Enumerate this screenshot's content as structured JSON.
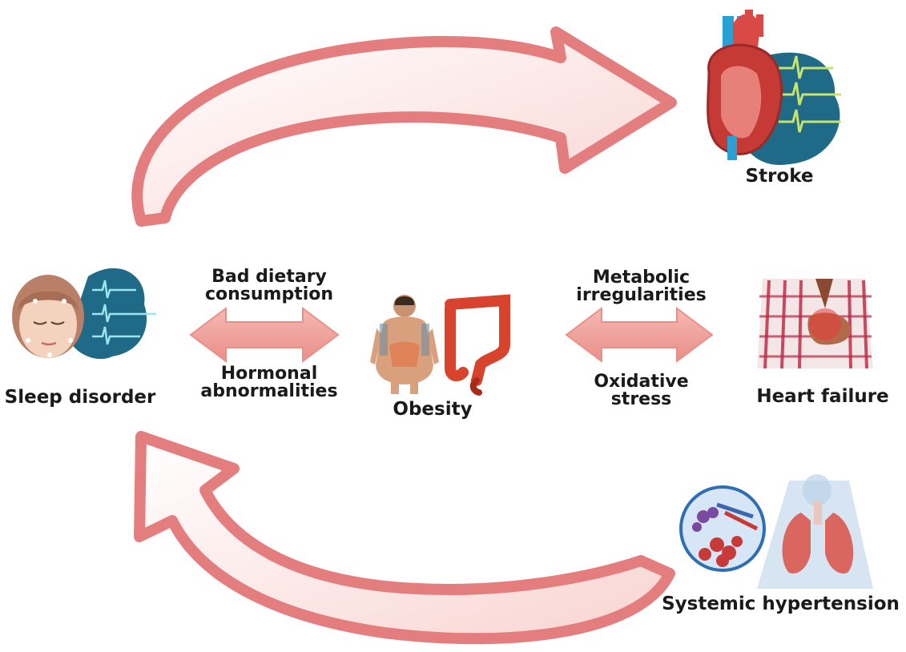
{
  "nodes": {
    "stroke": {
      "label": "Stroke"
    },
    "sleep_disorder": {
      "label": "Sleep disorder"
    },
    "obesity": {
      "label": "Obesity"
    },
    "heart_failure": {
      "label": "Heart failure"
    },
    "systemic_hypertension": {
      "label": "Systemic hypertension"
    }
  },
  "edges": {
    "left": {
      "top_line1": "Bad dietary",
      "top_line2": "consumption",
      "bottom_line1": "Hormonal",
      "bottom_line2": "abnormalities"
    },
    "right": {
      "top_line1": "Metabolic",
      "top_line2": "irregularities",
      "bottom_line1": "Oxidative",
      "bottom_line2": "stress"
    }
  },
  "colors": {
    "arrow_outline": "#e47e7e",
    "arrow_fill": "#f4b0ac",
    "arrow_fill_light": "#ffffff",
    "teal_blob": "#1f6a86",
    "heart_red": "#d94a46",
    "colon_red": "#d8432e"
  },
  "icons": {
    "stroke": "heart-ecg-icon",
    "sleep_disorder": "sleeping-face-icon",
    "obesity": "obese-body-colon-icon",
    "heart_failure": "chest-pain-person-icon",
    "systemic_hypertension": "lungs-icon"
  }
}
